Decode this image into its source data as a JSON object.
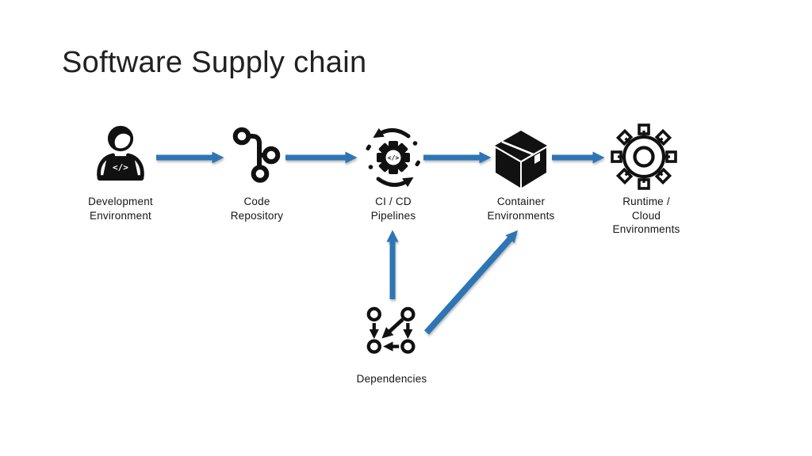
{
  "slide": {
    "title": "Software Supply chain",
    "background_color": "#ffffff",
    "arrow_color": "#2e75b6",
    "icon_color": "#111111",
    "text_color": "#161616"
  },
  "nodes": {
    "development": {
      "icon": "developer-laptop-icon",
      "lines": [
        "Development",
        "Environment"
      ],
      "laptop_glyph": "</>"
    },
    "repository": {
      "icon": "git-branch-icon",
      "lines": [
        "Code",
        "Repository"
      ]
    },
    "cicd": {
      "icon": "cicd-gear-cycle-icon",
      "lines": [
        "CI / CD",
        "Pipelines"
      ],
      "gear_glyph": "</>"
    },
    "container": {
      "icon": "container-box-icon",
      "lines": [
        "Container",
        "Environments"
      ]
    },
    "runtime": {
      "icon": "runtime-cluster-icon",
      "lines": [
        "Runtime /",
        "Cloud",
        "Environments"
      ]
    },
    "dependencies": {
      "icon": "dependencies-graph-icon",
      "lines": [
        "Dependencies"
      ]
    }
  },
  "flows": [
    {
      "from": "development",
      "to": "repository"
    },
    {
      "from": "repository",
      "to": "cicd"
    },
    {
      "from": "cicd",
      "to": "container"
    },
    {
      "from": "container",
      "to": "runtime"
    },
    {
      "from": "dependencies",
      "to": "cicd"
    },
    {
      "from": "dependencies",
      "to": "container"
    }
  ]
}
